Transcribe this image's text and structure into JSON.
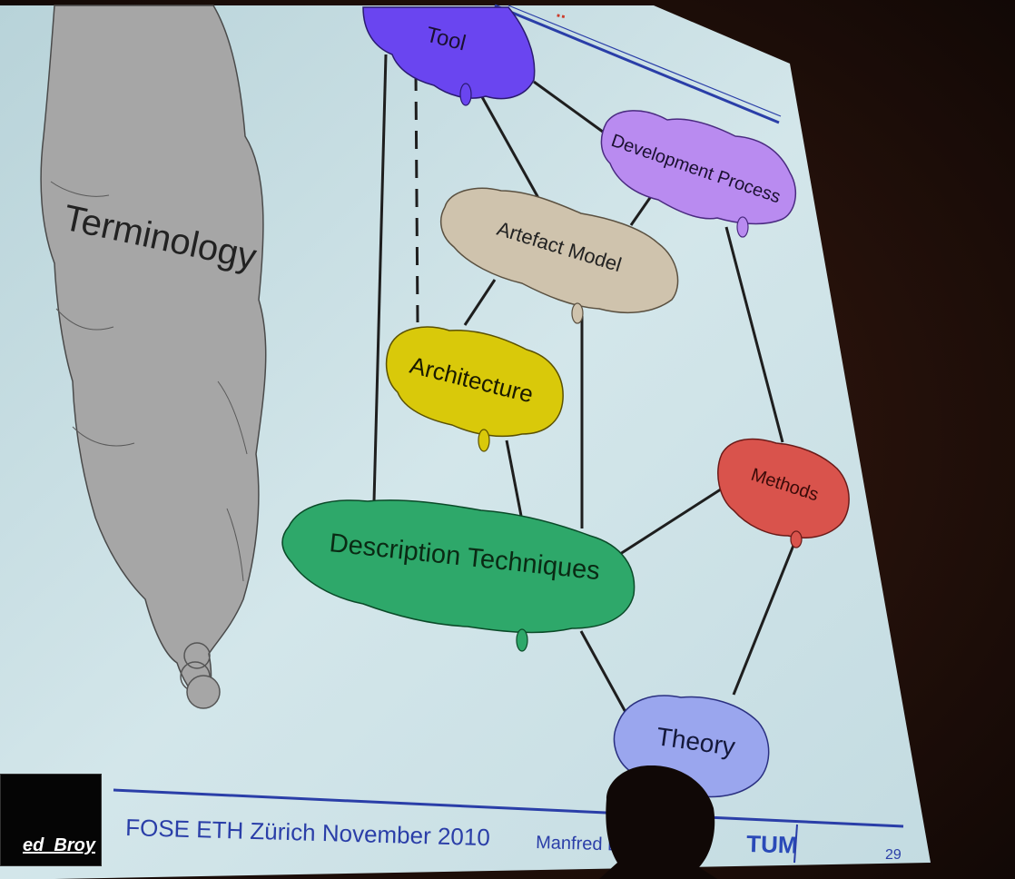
{
  "slide": {
    "nodes": {
      "tool": "Tool",
      "development_process": "Development Process",
      "artefact_model": "Artefact Model",
      "architecture": "Architecture",
      "methods": "Methods",
      "description_techniques": "Description Techniques",
      "theory": "Theory",
      "terminology": "Terminology"
    },
    "footer": {
      "event": "FOSE ETH Zürich November 2010",
      "author": "Manfred B",
      "logo": "TUM",
      "page": "29"
    }
  },
  "caption": "ed_Broy",
  "colors": {
    "background": "#1a0d08",
    "slide": "#cde3e8",
    "tool": "#6a45f0",
    "development_process": "#b98bf0",
    "artefact_model": "#cfc3ad",
    "architecture": "#d9c90a",
    "methods": "#d9534c",
    "description_techniques": "#2ea86a",
    "theory": "#9aa6ee",
    "terminology": "#a6a6a6",
    "rule": "#2a3ea8"
  }
}
